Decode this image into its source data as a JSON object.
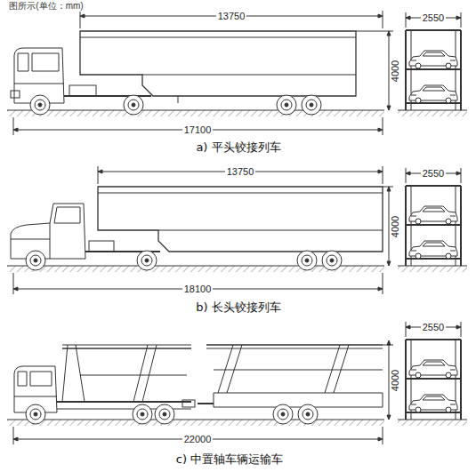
{
  "diagram": {
    "labels": [
      "图所示(单位：mm)",
      "13750",
      "4000",
      "2550",
      "17100",
      "a) 平头铰接列车",
      "13750",
      "4000",
      "2550",
      "18100",
      "b) 长头铰接列车",
      "2550",
      "4000",
      "22000",
      "c) 中置轴车辆运输车"
    ]
  }
}
